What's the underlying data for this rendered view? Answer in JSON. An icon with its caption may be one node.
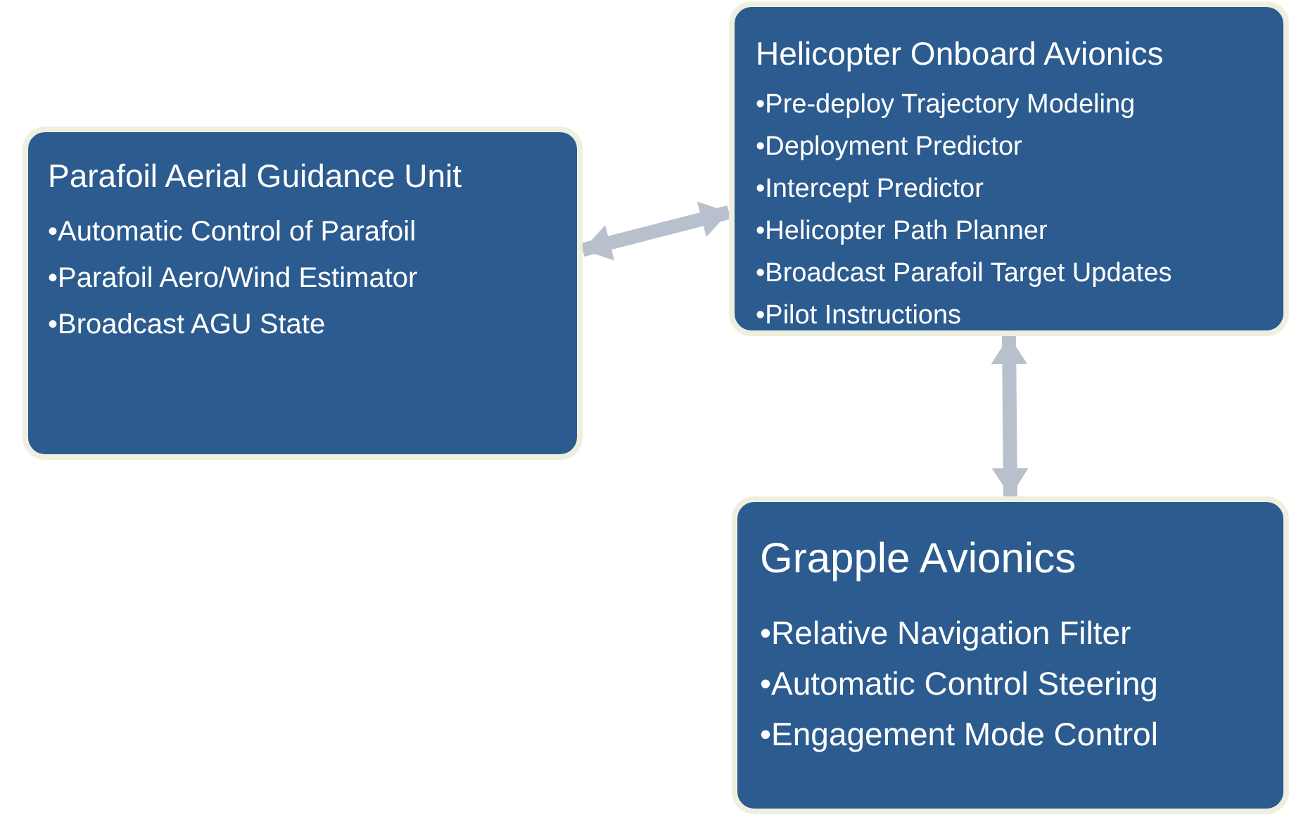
{
  "diagram": {
    "nodes": [
      {
        "text": [
          "Parafoil Aerial Guidance Unit",
          "•Automatic Control of Parafoil",
          "•Parafoil Aero/Wind Estimator",
          "•Broadcast AGU State"
        ]
      },
      {
        "text": [
          "Helicopter Onboard Avionics",
          "•Pre-deploy Trajectory Modeling",
          "•Deployment Predictor",
          "•Intercept Predictor",
          "•Helicopter Path Planner",
          "•Broadcast Parafoil Target Updates",
          "•Pilot Instructions"
        ]
      },
      {
        "text": [
          "Grapple Avionics",
          "•Relative Navigation Filter",
          "•Automatic Control Steering",
          "•Engagement Mode Control"
        ]
      }
    ],
    "edges": [
      {
        "from": 0,
        "to": 1,
        "arrow": "both"
      },
      {
        "from": 1,
        "to": 2,
        "arrow": "both"
      }
    ]
  }
}
